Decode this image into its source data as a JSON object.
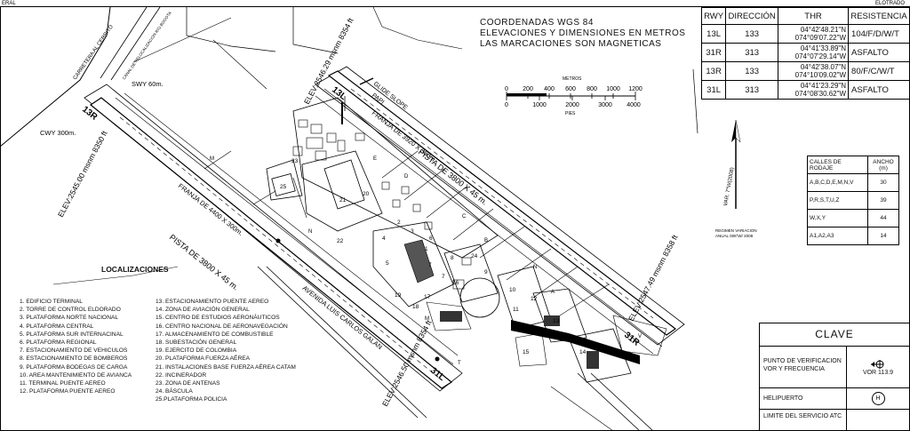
{
  "header": {
    "top_left": "ERAL",
    "top_right": "ELOTRADO"
  },
  "notes": [
    "COORDENADAS WGS 84",
    "ELEVACIONES Y DIMENSIONES EN METROS",
    "LAS MARCACIONES SON MAGNETICAS"
  ],
  "runway_table": {
    "headers": [
      "RWY",
      "DIRECCIÓN",
      "THR",
      "RESISTENCIA"
    ],
    "rows": [
      {
        "rwy": "13L",
        "dir": "133",
        "thr": [
          "04°42'48.21\"N",
          "074°09'07.22\"W"
        ],
        "res": "104/F/D/W/T"
      },
      {
        "rwy": "31R",
        "dir": "313",
        "thr": [
          "04°41'33.89\"N",
          "074°07'29.14\"W"
        ],
        "res": "ASFALTO"
      },
      {
        "rwy": "13R",
        "dir": "133",
        "thr": [
          "04°42'38.07\"N",
          "074°10'09.02\"W"
        ],
        "res": "80/F/C/W/T"
      },
      {
        "rwy": "31L",
        "dir": "313",
        "thr": [
          "04°41'23.29\"N",
          "074°08'30.62\"W"
        ],
        "res": "ASFALTO"
      }
    ]
  },
  "scale": {
    "metros_label": "METROS",
    "pies_label": "PIES",
    "metros": [
      "0",
      "200",
      "400",
      "600",
      "800",
      "1000",
      "1200"
    ],
    "pies": [
      "0",
      "1000",
      "2000",
      "3000",
      "4000"
    ]
  },
  "north_label": "VAR. 7°W(2008)",
  "variation_note": [
    "REGIMEN VARIACION",
    "ANUAL 008°W/ 2008"
  ],
  "taxiway_table": {
    "headers": [
      "CALLES DE RODAJE",
      "ANCHO (m)"
    ],
    "rows": [
      {
        "calles": "A,B,C,D,E,M,N,V",
        "ancho": "30"
      },
      {
        "calles": "P,R,S,T,U,Z",
        "ancho": "39"
      },
      {
        "calles": "W,X,Y",
        "ancho": "44"
      },
      {
        "calles": "A1,A2,A3",
        "ancho": "14"
      }
    ]
  },
  "localizaciones": {
    "title": "LOCALIZACIONES",
    "col1": [
      "1. EDIFICIO TERMINAL",
      "2. TORRE DE CONTROL ELDORADO",
      "3. PLATAFORMA NORTE NACIONAL",
      "4. PLATAFORMA CENTRAL",
      "5. PLATAFORMA SUR INTERNACINAL",
      "6. PLATAFORMA REGIONAL",
      "7. ESTACIONAMIENTO DE VEHICULOS",
      "8. ESTACIONAMIENTO DE BOMBEROS",
      "9. PLATAFORMA BODEGAS DE CARGA",
      "10. AREA MANTENIMIENTO DE AVIANCA",
      "11. TERMINAL PUENTE AEREO",
      "12. PLATAFORMA PUENTE AEREO"
    ],
    "col2": [
      "13. ESTACIONAMIENTO PUENTE AEREO",
      "14. ZONA DE AVIACIÓN GENERAL",
      "15. CENTRO DE ESTUDIOS AERONÁUTICOS",
      "16. CENTRO NACIONAL DE AERONAVEGACIÓN",
      "17. ALMACENAMIENTO DE COMBUSTIBLE",
      "18. SUBESTACIÓN GENERAL",
      "19. EJERCITO DE COLOMBIA",
      "20. PLATAFORMA FUERZA AÉREA",
      "21. INSTALACIONES BASE FUERZA AÉREA CATAM",
      "22. INCINERADOR",
      "23. ZONA DE ANTENAS",
      "24. BÁSCULA",
      "25.PLATAFORMA POLICIA"
    ]
  },
  "clave": {
    "title": "CLAVE",
    "rows": [
      {
        "label": "PUNTO DE VERIFICACION VOR Y FRECUENCIA",
        "value": "VOR 113.9"
      },
      {
        "label": "HELIPUERTO",
        "value": "H"
      },
      {
        "label": "LIMITE DEL SERVICIO ATC",
        "value": ""
      }
    ]
  },
  "map_labels": {
    "rwy1": "PISTA DE 3800 X 45 m.",
    "rwy2": "PISTA DE 3800 X 45 m.",
    "franja1": "FRANJA DE 3920 X 300m.",
    "franja2": "FRANJA DE 4400 X 300m.",
    "elev_13l": "ELEV:2546.29 msnm 8354 ft",
    "elev_13r": "ELEV:2545.00 msnm 8350 ft",
    "elev_31r": "ELEV:2547.49 msnm 8358 ft",
    "elev_31l": "ELEV:2546.50 msnm 8354 ft",
    "thr_13l": "13L",
    "thr_13r": "13R",
    "thr_31r": "31R",
    "thr_31l": "31L",
    "glide": "GLIDE SLOPE",
    "papi": "PAPI",
    "swy": "SWY 60m.",
    "cwy": "CWY 300m.",
    "carretera": "CARRETERA AL CERRITO",
    "canal": "CANAL DE RELOCALIZACION RIO BOGOTA",
    "avenida": "AVENIDA LUIS CARLOS GALAN",
    "numbers": [
      "23",
      "25",
      "20",
      "21",
      "22",
      "3",
      "4",
      "2",
      "5",
      "1",
      "6",
      "7",
      "7",
      "8",
      "24",
      "9",
      "10",
      "12",
      "11",
      "17",
      "18",
      "19",
      "16",
      "13",
      "14",
      "15"
    ],
    "letters": [
      "M",
      "N",
      "C",
      "B",
      "A",
      "D",
      "E",
      "M",
      "T",
      "V",
      "N"
    ]
  }
}
